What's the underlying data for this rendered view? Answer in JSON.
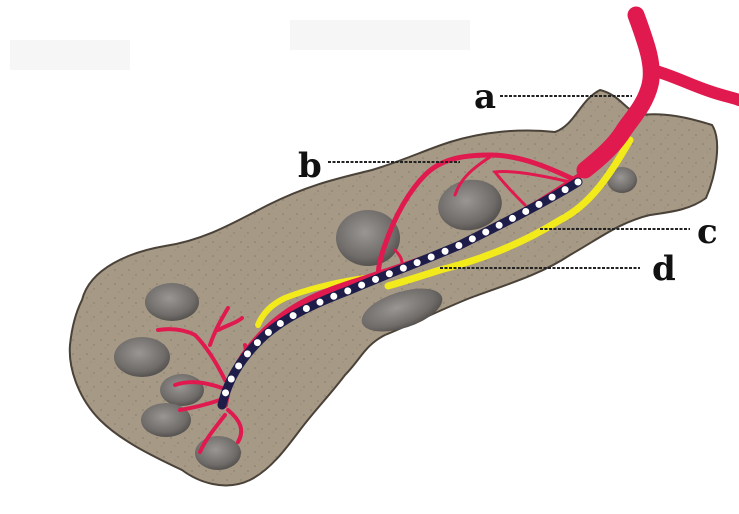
{
  "labels": {
    "a": "a",
    "b": "b",
    "c": "c",
    "d": "d"
  },
  "colors": {
    "bone": "#a69a86",
    "bone_edge": "#4a4238",
    "cavity": "#6f6b69",
    "vessel": "#e01a4f",
    "nerve": "#f2ea1a",
    "duct_dot": "#ffffff",
    "leader": "#222222"
  }
}
